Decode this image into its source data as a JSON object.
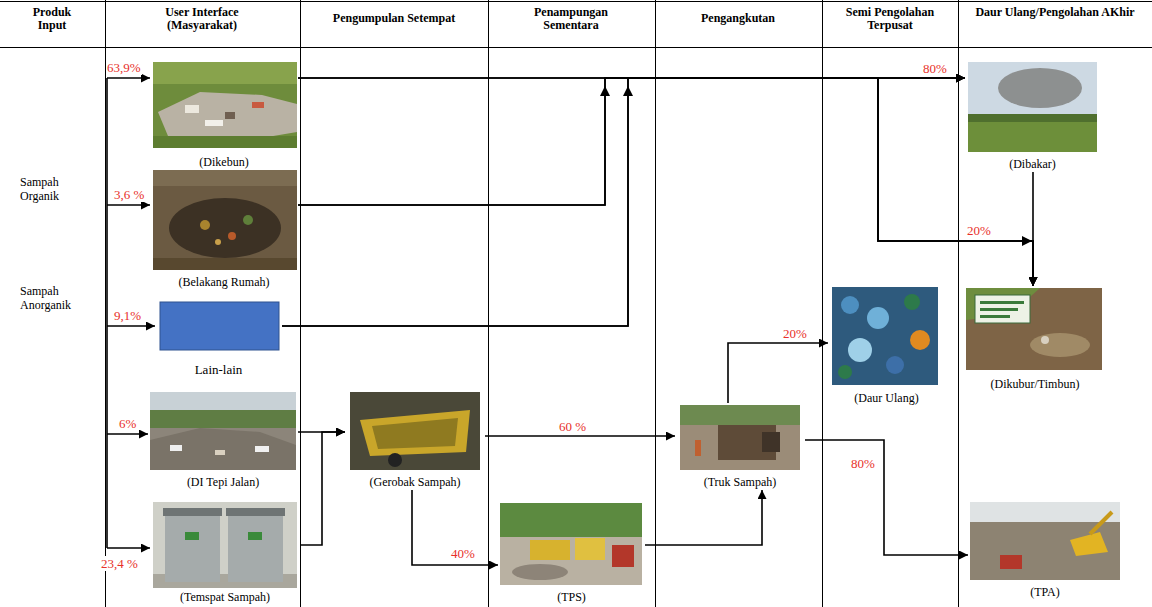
{
  "diagram": {
    "nodes": [
      {
        "text": [
          "(Dikebun)"
        ]
      },
      {
        "text": [
          "(Belakang Rumah)"
        ]
      },
      {
        "text": [
          "Lain-lain"
        ]
      },
      {
        "text": [
          "(DI Tepi Jalan)"
        ]
      },
      {
        "text": [
          "(Temspat Sampah)"
        ]
      },
      {
        "text": [
          "(Gerobak Sampah)"
        ]
      },
      {
        "text": [
          "(TPS)"
        ]
      },
      {
        "text": [
          "(Truk Sampah)"
        ]
      },
      {
        "text": [
          "(Daur Ulang)"
        ]
      },
      {
        "text": [
          "(Dibakar)"
        ]
      },
      {
        "text": [
          "(Dikubur/Timbun)"
        ]
      },
      {
        "text": [
          "(TPA)"
        ]
      }
    ],
    "edges": [
      {
        "from": 0,
        "to": 9,
        "arrow": "to",
        "label": "80%"
      },
      {
        "from": 0,
        "to": 10,
        "arrow": "to",
        "label": "20%"
      },
      {
        "from": 1,
        "to": 9,
        "arrow": "to"
      },
      {
        "from": 1,
        "to": 10,
        "arrow": "to"
      },
      {
        "from": 2,
        "to": 9,
        "arrow": "to"
      },
      {
        "from": 2,
        "to": 10,
        "arrow": "to"
      },
      {
        "from": 9,
        "to": 10,
        "arrow": "to"
      },
      {
        "from": 3,
        "to": 5,
        "arrow": "to"
      },
      {
        "from": 4,
        "to": 5,
        "arrow": "to"
      },
      {
        "from": 5,
        "to": 7,
        "arrow": "to",
        "label": "60 %"
      },
      {
        "from": 5,
        "to": 6,
        "arrow": "to",
        "label": "40%"
      },
      {
        "from": 6,
        "to": 7,
        "arrow": "to"
      },
      {
        "from": 7,
        "to": 8,
        "arrow": "to",
        "label": "20%"
      },
      {
        "from": 7,
        "to": 11,
        "arrow": "to",
        "label": "80%"
      }
    ],
    "labels": [
      "Produk Input",
      "User Interface (Masyarakat)",
      "Pengumpulan Setempat",
      "Penampungan Sementara",
      "Pengangkutan",
      "Semi Pengolahan Terpusat",
      "Daur Ulang/Pengolahan AKhir",
      "Sampah Organik",
      "Sampah Anorganik",
      "63,9%",
      "3,6 %",
      "9,1%",
      "6%",
      "23,4 %"
    ]
  }
}
